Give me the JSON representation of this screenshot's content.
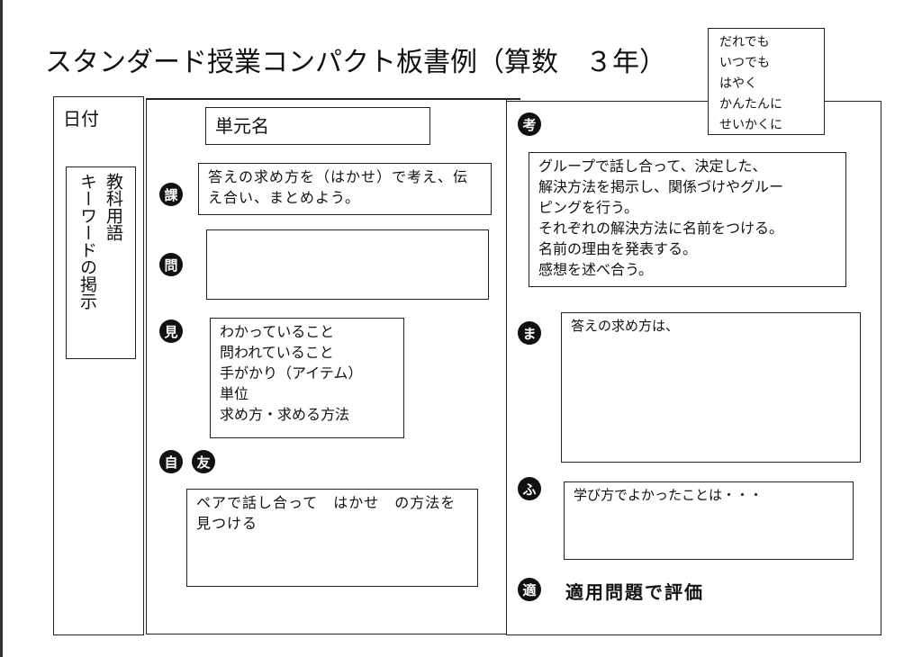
{
  "title": "スタンダード授業コンパクト板書例（算数　３年）",
  "tagline": [
    "だれでも",
    "いつでも",
    "はやく",
    "かんたんに",
    "せいかくに"
  ],
  "date_label": "日付",
  "vertical_box": {
    "col1": "教科用語",
    "col2": "キーワードの掲示"
  },
  "unit_name": "単元名",
  "marks": {
    "ka": "課",
    "toi": "問",
    "mi": "見",
    "ji": "自",
    "tomo": "友",
    "kou": "考",
    "ma": "ま",
    "fu": "ふ",
    "teki": "適"
  },
  "kadai": "答えの求め方を（はかせ）で考え、伝え合い、まとめよう。",
  "toi_text": "",
  "mitoshi": [
    "わかっていること",
    "問われていること",
    "手がかり（アイテム）",
    "単位",
    "求め方・求める方法"
  ],
  "pair": "ペアで話し合って　はかせ　の方法を見つける",
  "kangaeru": [
    "グループで話し合って、決定した、",
    "解決方法を掲示し、関係づけやグルー",
    "ピングを行う。",
    "それぞれの解決方法に名前をつける。",
    "名前の理由を発表する。",
    "感想を述べ合う。"
  ],
  "matome": "答えの求め方は、",
  "furikaeri": "学び方でよかったことは・・・",
  "teki_text": "適用問題で評価"
}
